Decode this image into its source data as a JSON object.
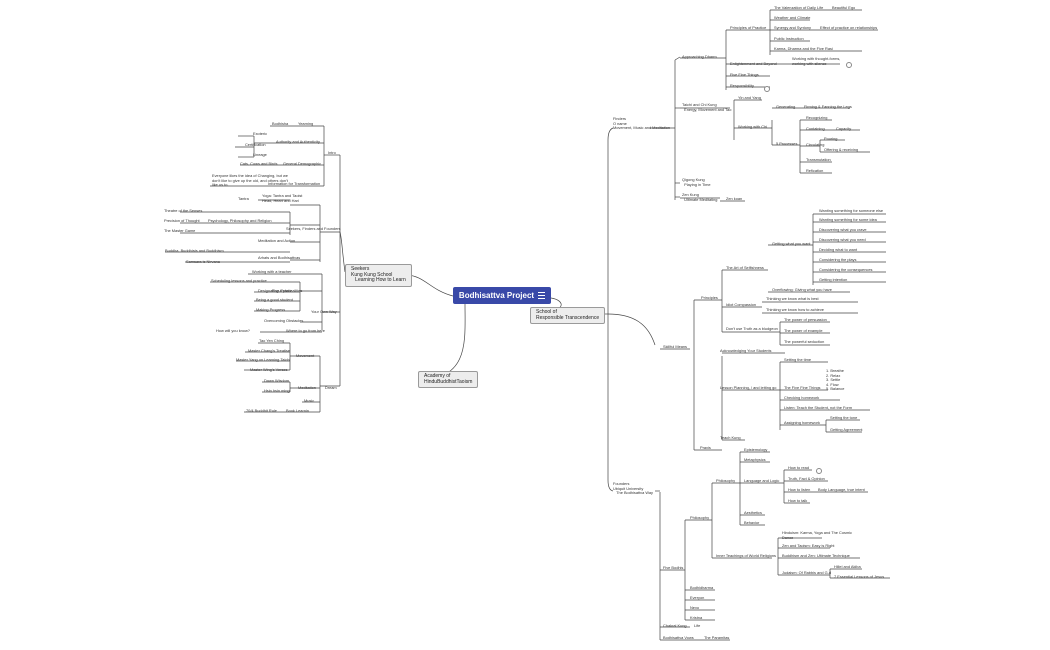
{
  "central": {
    "label": "Bodhisattva Project"
  },
  "hubs": {
    "seekers": "Seekers\nKung Kung School\n   Learning How to Learn",
    "responsible": "School of\nResponsible Transcendence",
    "academy": "Academy of\nHinduBuddhistTaoism"
  },
  "right": {
    "finders": "Finders\nO name\nMovement, Music and Meditation",
    "approaching_dharm": "Approaching Dharm",
    "principles_practice": "Principles of Practice",
    "vale_daily_life": "The Valenzation of Daily Life",
    "beautiful_ego": "Beautiful Ego",
    "weather_climate": "Weather and Climate",
    "synergy": "Synergy and Syntony",
    "effect_relationships": "Effect of practice on relationships",
    "public_instruction": "Public Instruction",
    "karma_dharma": "Karma, Dharma and the Five Rasi",
    "enlightenment": "Enlightenment and Beyond",
    "thought_forms": "Working with thought-forms,\nworking with silence",
    "five_fine_things": "Five Fine Things",
    "responsibility": "Responsibility",
    "taichi_chi_kung": "Taichi and Chi Kung\n  Energy, Movement and Tao",
    "yin_yang": "Yin and Yang",
    "working_chi": "Working with Chi",
    "generating": "Generating",
    "firming": "Firming & Fanning the Legs",
    "five_processes": "5 Processes",
    "recognizing": "Recognizing",
    "containing": "Containing",
    "capacity": "Capacity",
    "circulating": "Circulating",
    "pouring": "Pouring",
    "offering": "Offering & receiving",
    "transmutation": "Transmutation",
    "refication": "Refication",
    "qigong": "Qigong Kung\n  Playing in Time",
    "zen_kung": "Zen Kung\n  Ultimate Meditating",
    "zen_koan": "Zen koan",
    "skillful_means": "Skillful Means",
    "principles": "Principles",
    "art_selfishness": "The Art of Selfishness",
    "getting_want": "Getting what you want",
    "w1": "Wanting something for someone else",
    "w2": "Wanting something for some idea",
    "w3": "Discovering what you crave",
    "w4": "Discovering what you need",
    "w5": "Deciding what to want",
    "w6": "Considering the plays",
    "w7": "Considering the consequences",
    "w8": "Getting intention",
    "overflowing": "Overflowing: Giving what you have",
    "idiot_compassion": "Idiot Compassion",
    "ic1": "Thinking we know what is best",
    "ic2": "Thinking we know how to achieve",
    "dont_use_truth": "Don't use Truth as a bludgeon",
    "dt1": "The power of persuasion",
    "dt2": "The power of example",
    "dt3": "The powerful seduction",
    "praxis": "Praxis",
    "acknowledging": "Acknowledging Your Students",
    "lesson_planning": "Lesson Planning, / and letting go",
    "setting_time": "Setting the time",
    "five_fine_things_2": "The Five Fine Things",
    "fft_list": "1. Breathe\n2. Relax\n3. Settle\n4. Flow\n5. Balance",
    "checking_homework": "Checking homework",
    "listen_teach": "Listen: Teach the Student, not the Form",
    "assigning_homework": "Assigning homework",
    "setting_tone": "Setting the tone",
    "getting_agreement": "Getting Agreement",
    "teach_kung": "Teach Kung",
    "founders": "Founders\nUbiquit University\n   The Bodhisattva Way",
    "five_bodhis": "Five Bodhis",
    "philosophy_upper": "Philosophy",
    "philosophy": "Philosophy",
    "epistemology": "Epistemology",
    "metaphysics": "Metaphysics",
    "language_logic": "Language and Logic",
    "how_to_read": "How to read",
    "truth_fact": "Truth, Fact & Opinion",
    "how_to_listen": "How to listen",
    "body_language": "Body Language, true intent",
    "how_to_talk": "How to talk",
    "aesthetics": "Aesthetics",
    "behavior": "Behavior",
    "inner_teachings": "Inner Teachings of World Religions",
    "hinduism": "Hinduism: Karma, Yoga and The Cosmic\nDance",
    "zen_taoism": "Zen and Taoism: Easy is Right",
    "buddhism_zen": "Buddhism and Zen: Ultimate Technique",
    "judaism": "Judaism: Of Rabbis and G-d",
    "hillel": "Hillel and Akiba",
    "essential_lessons": "7 Essential Lessons of Jesus",
    "bodhidharma": "Bodhidharma",
    "everyon": "Everyon",
    "nexo": "Nexo",
    "kristna": "Kristna",
    "chakra_kung": "Chakral Kung",
    "life": "Life",
    "bodhisattva_vows": "Bodhisattva Vows",
    "paramitas": "The Paramitas"
  },
  "left": {
    "bodhisha": "Bodhisha",
    "yearning": "Yearning",
    "exoteric": "Exoteric",
    "certification": "Certification",
    "authority": "Authority and Authenticity",
    "lineage": "Lineage",
    "cats": "Cats, Cows and Birds",
    "general_demo": "General Demographic",
    "everyone_likes": "Everyone likes the idea of Changing, but we\ndon't like to give up the old, and others don't\nlike us to.",
    "information_transform": "Information for Transformation",
    "intro": "Intro",
    "tantra": "Tantra",
    "yoga": "Yoga: Tantra and Taoist\nHead, Heart and Hari",
    "theatre": "Theatre of the Senses",
    "precision": "Precision of Thought",
    "psychology": "Psychology, Philosophy and Religion",
    "master_game": "The Master Game",
    "seekers_finders": "Seekers, Finders and Founders",
    "meditation_action": "Meditation and Action",
    "buddha": "Buddha, Buddhists and Buddhism",
    "arhats": "Arhats and Bodhisattvas",
    "samsara": "Samsara is Nirvana",
    "working_teacher": "Working with a teacher",
    "scheduling": "Scheduling lessons and practice",
    "designating": "Designating a place",
    "being_student": "Being a good student",
    "making_progress": "Making Progress",
    "five_practicalities": "Five Practicalities",
    "your_own_way": "Your Own Way",
    "overcoming": "Overcoming Obstacles",
    "where_to_go": "Where to go from here",
    "how_know": "How will you know?",
    "tao_yen": "Tao Yen Ching",
    "master_chang": "Master Chang's Treatise",
    "master_yang": "Master Yang on Learning Taichi",
    "master_wing": "Master Wing's Verses",
    "movement": "Movement",
    "dawn_wisdom": "Dawn Wisdom",
    "hsin_hsin": "Hsin hsin ming",
    "meditation": "Meditation",
    "dream": "Dream",
    "music": "Music",
    "thirty_rule": "70/4 Buddhit Rule",
    "book_learnin": "Book Learnin"
  }
}
